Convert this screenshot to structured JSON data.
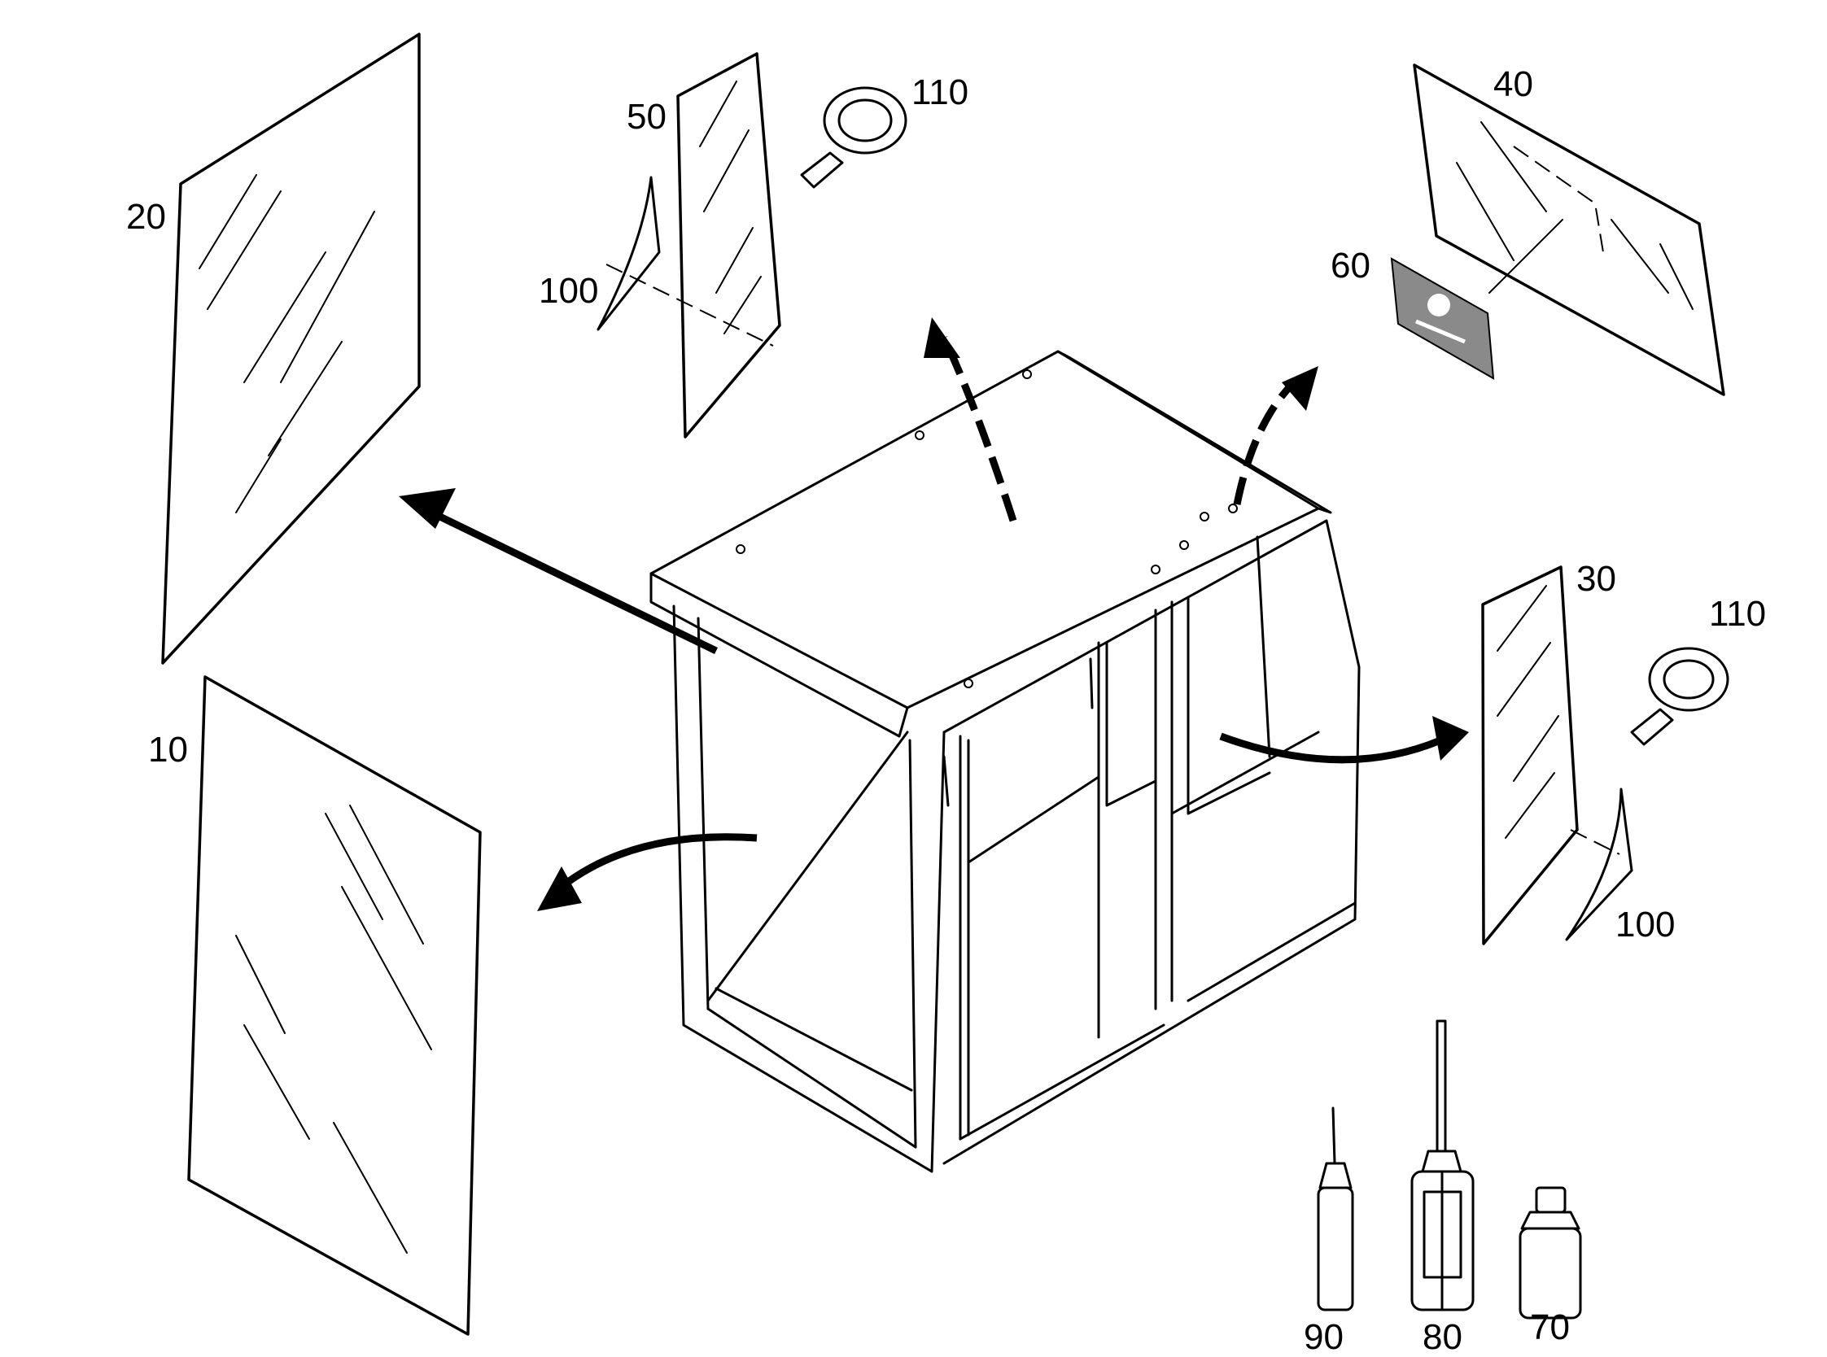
{
  "callouts": [
    {
      "id": "10",
      "label": "10"
    },
    {
      "id": "20",
      "label": "20"
    },
    {
      "id": "30",
      "label": "30"
    },
    {
      "id": "40",
      "label": "40"
    },
    {
      "id": "50",
      "label": "50"
    },
    {
      "id": "60",
      "label": "60"
    },
    {
      "id": "70",
      "label": "70"
    },
    {
      "id": "80",
      "label": "80"
    },
    {
      "id": "90",
      "label": "90"
    },
    {
      "id": "100a",
      "label": "100"
    },
    {
      "id": "100b",
      "label": "100"
    },
    {
      "id": "110a",
      "label": "110"
    },
    {
      "id": "110b",
      "label": "110"
    }
  ],
  "colors": {
    "line": "#000000",
    "background": "#ffffff",
    "decal": "#8a8a8a"
  }
}
